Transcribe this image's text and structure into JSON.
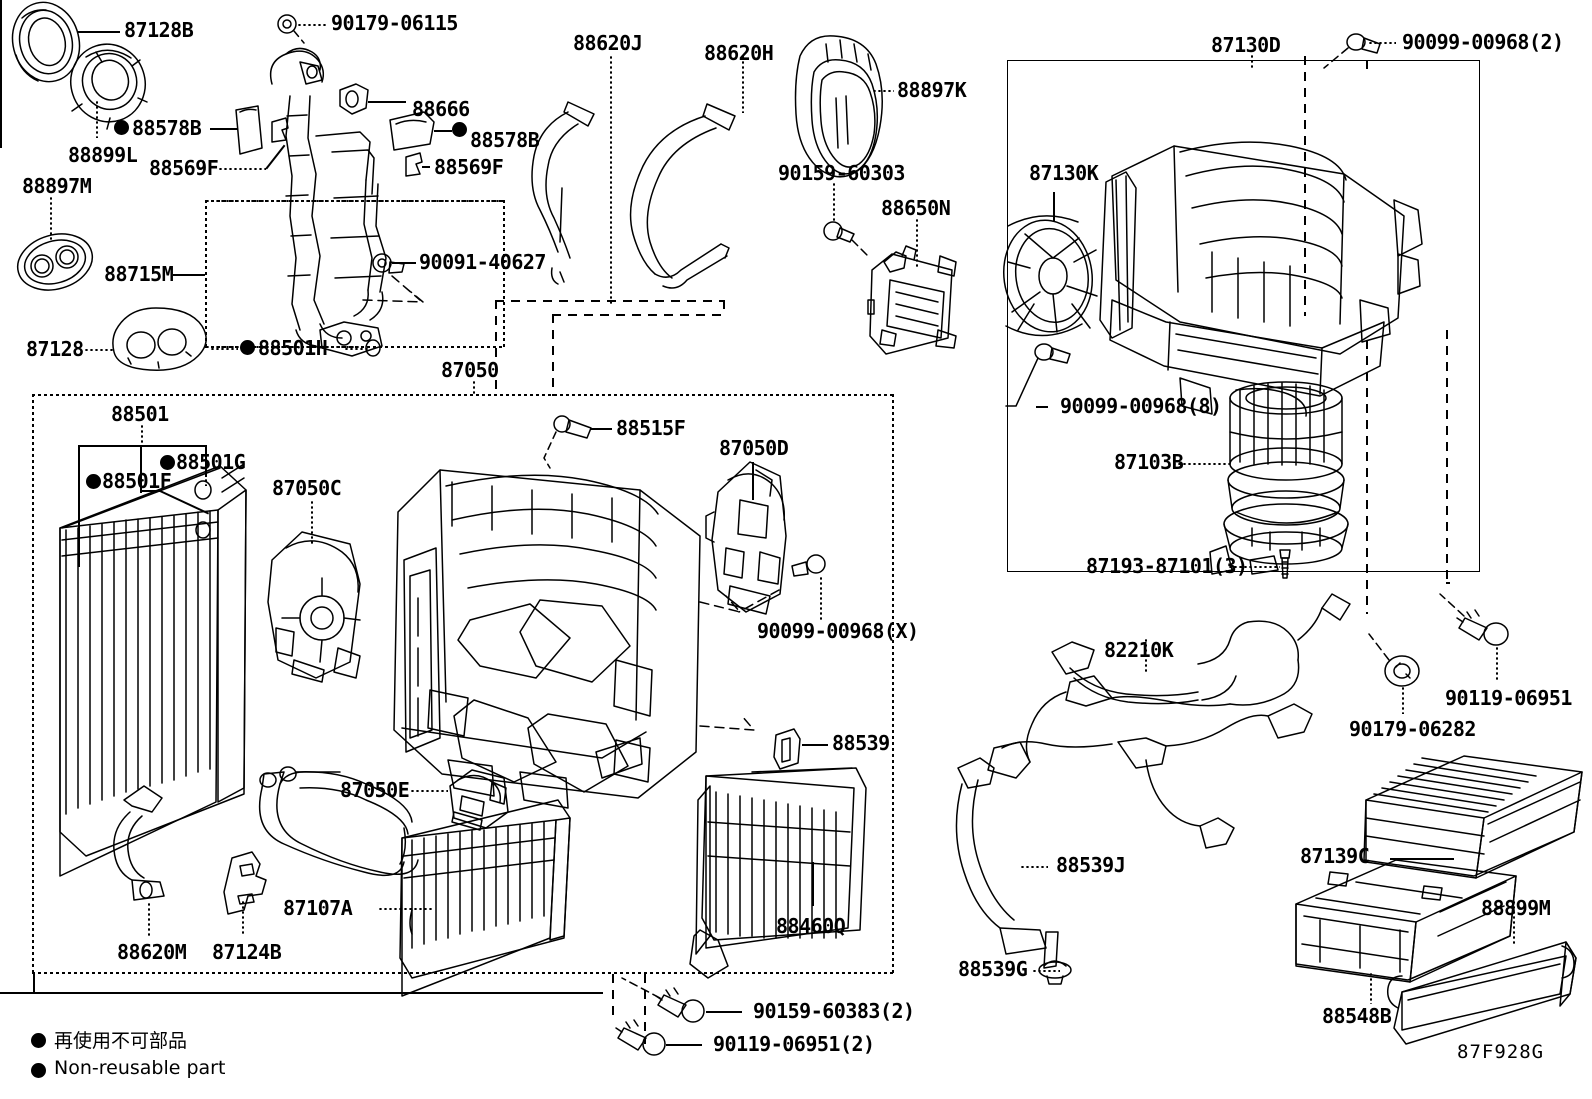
{
  "diagram": {
    "title": "Toyota HEATING & AIR CONDITIONING - COOLER UNIT / HEATER UNIT parts diagram",
    "sheet_code": "87F928G",
    "legend": {
      "japanese": "再使用不可部品",
      "english": "Non-reusable part"
    }
  },
  "labels": {
    "l_87128B": "87128B",
    "l_90179_06115": "90179-06115",
    "l_88620J": "88620J",
    "l_88620H": "88620H",
    "l_88897K": "88897K",
    "l_87130D": "87130D",
    "l_90099_00968_2": "90099-00968(2)",
    "l_88578B_left": "88578B",
    "l_88899L": "88899L",
    "l_88569F_left": "88569F",
    "l_88666": "88666",
    "l_88578B_right": "88578B",
    "l_88569F_right": "88569F",
    "l_90159_60303": "90159-60303",
    "l_88650N": "88650N",
    "l_87130K": "87130K",
    "l_88897M": "88897M",
    "l_88715M": "88715M",
    "l_90091_40627": "90091-40627",
    "l_90099_00968_8": "90099-00968(8)",
    "l_87103B": "87103B",
    "l_87128": "87128",
    "l_88501H": "88501H",
    "l_87050": "87050",
    "l_88501": "88501",
    "l_88515F": "88515F",
    "l_87050D": "87050D",
    "l_88501G": "88501G",
    "l_88501F": "88501F",
    "l_87050C": "87050C",
    "l_90099_00968_X": "90099-00968(X)",
    "l_87193_87101_3": "87193-87101(3)",
    "l_82210K": "82210K",
    "l_90119_06951": "90119-06951",
    "l_90179_06282": "90179-06282",
    "l_88539": "88539",
    "l_87050E": "87050E",
    "l_87107A": "87107A",
    "l_88460Q": "88460Q",
    "l_88620M": "88620M",
    "l_87124B": "87124B",
    "l_88539J": "88539J",
    "l_88539G": "88539G",
    "l_87139C": "87139C",
    "l_88899M": "88899M",
    "l_88548B": "88548B",
    "l_90159_60383_2": "90159-60383(2)",
    "l_90119_06951_2": "90119-06951(2)"
  }
}
